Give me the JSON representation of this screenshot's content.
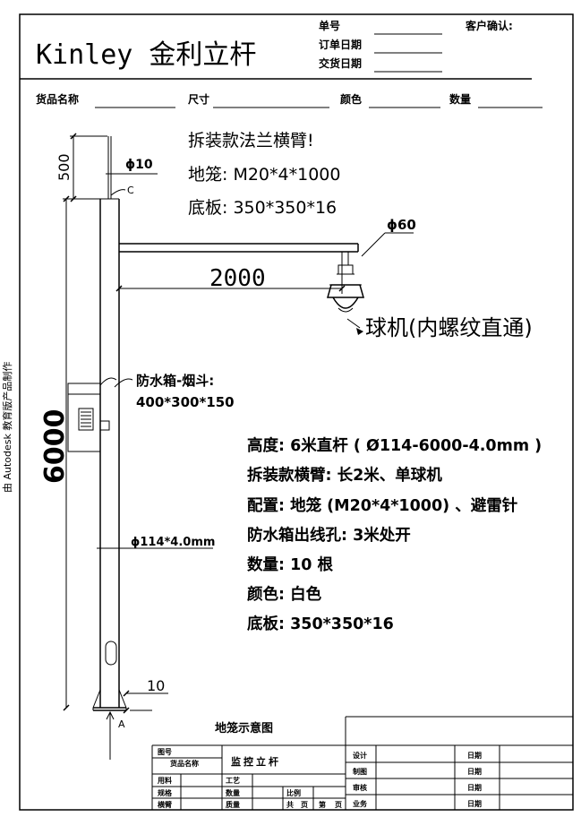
{
  "header": {
    "brand": "Kinley 金利立杆",
    "order_no_label": "单号",
    "order_date_label": "订单日期",
    "delivery_date_label": "交货日期",
    "customer_confirm_label": "客户确认:"
  },
  "fields": {
    "goods_name_label": "货品名称",
    "size_label": "尺寸",
    "color_label": "颜色",
    "quantity_label": "数量"
  },
  "notes": {
    "line1": "拆装款法兰横臂!",
    "line2": "地笼: M20*4*1000",
    "line3": "底板: 350*350*16"
  },
  "dims": {
    "top_rod_length": "500",
    "rod_dia": "ϕ10",
    "c_label": "C",
    "arm_dia": "ϕ60",
    "arm_length": "2000",
    "pole_height": "6000",
    "pole_spec": "ϕ114*4.0mm",
    "base_thk": "10",
    "a_label": "A"
  },
  "callouts": {
    "camera": "球机(内螺纹直通)",
    "box_name": "防水箱-烟斗:",
    "box_size": "400*300*150"
  },
  "specs": [
    "高度: 6米直杆 ( Ø114-6000-4.0mm )",
    "拆装款横臂: 长2米、单球机",
    "配置: 地笼 (M20*4*1000) 、避雷针",
    "防水箱出线孔: 3米处开",
    "数量: 10 根",
    "颜色: 白色",
    "底板: 350*350*16"
  ],
  "sidebar_text": "由 Autodesk 教育版产品制作",
  "ground_cage_title": "地笼示意图",
  "title_block": {
    "drawing_no": "图号",
    "goods_name": "货品名称",
    "project": "监控立杆",
    "material": "用料",
    "process": "工艺",
    "spec": "规格",
    "quantity": "数量",
    "scale": "比例",
    "crossarm": "横臂",
    "quality": "质量",
    "total": "共",
    "page_unit": "页",
    "sheet": "第",
    "design": "设计",
    "drafting": "制图",
    "review": "审核",
    "business": "业务",
    "date": "日期"
  }
}
